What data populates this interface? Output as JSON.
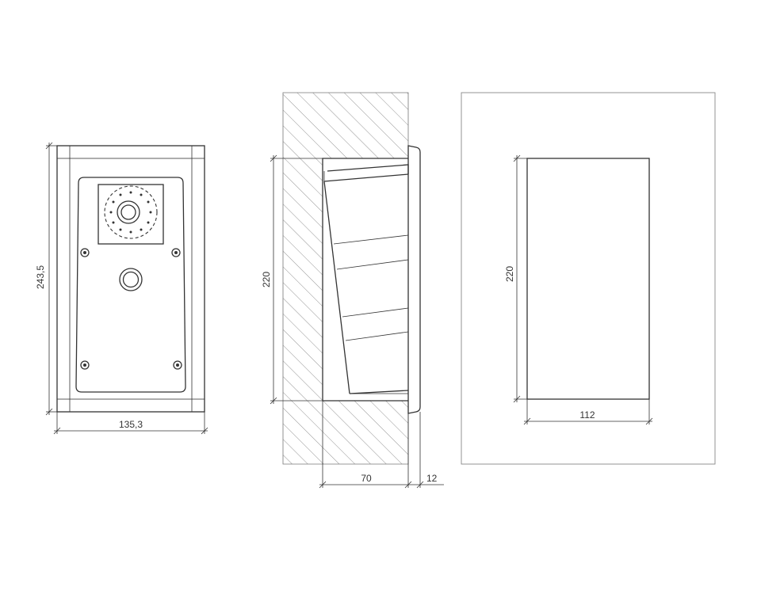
{
  "front_view": {
    "width_label": "135,3",
    "height_label": "243,5"
  },
  "side_view": {
    "height_label": "220",
    "depth_label": "70",
    "flange_label": "12"
  },
  "cutout_view": {
    "height_label": "220",
    "width_label": "112"
  },
  "colors": {
    "line": "#333333",
    "hatch": "#888888",
    "background": "#ffffff"
  }
}
